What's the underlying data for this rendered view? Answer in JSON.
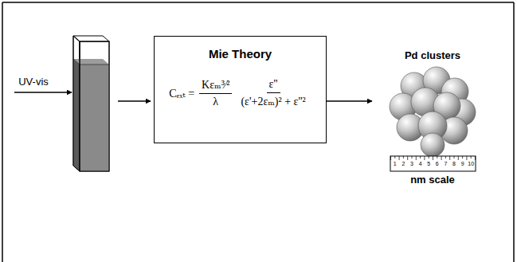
{
  "diagram": {
    "nodes": [
      {
        "text": [
          "Mie Theory",
          "Cₑₓₜ =",
          "Kεₘ³⁄²",
          "λ",
          "ε''",
          "(ε'+2εₘ)² + ε''²"
        ]
      },
      {
        "text": [
          "Pd clusters"
        ]
      }
    ],
    "edges": [
      {
        "from": 0,
        "to": 1,
        "arrow": "to"
      }
    ],
    "labels": [
      "UV-vis",
      "1",
      "2",
      "3",
      "4",
      "5",
      "6",
      "7",
      "8",
      "9",
      "10",
      "nm scale"
    ]
  }
}
